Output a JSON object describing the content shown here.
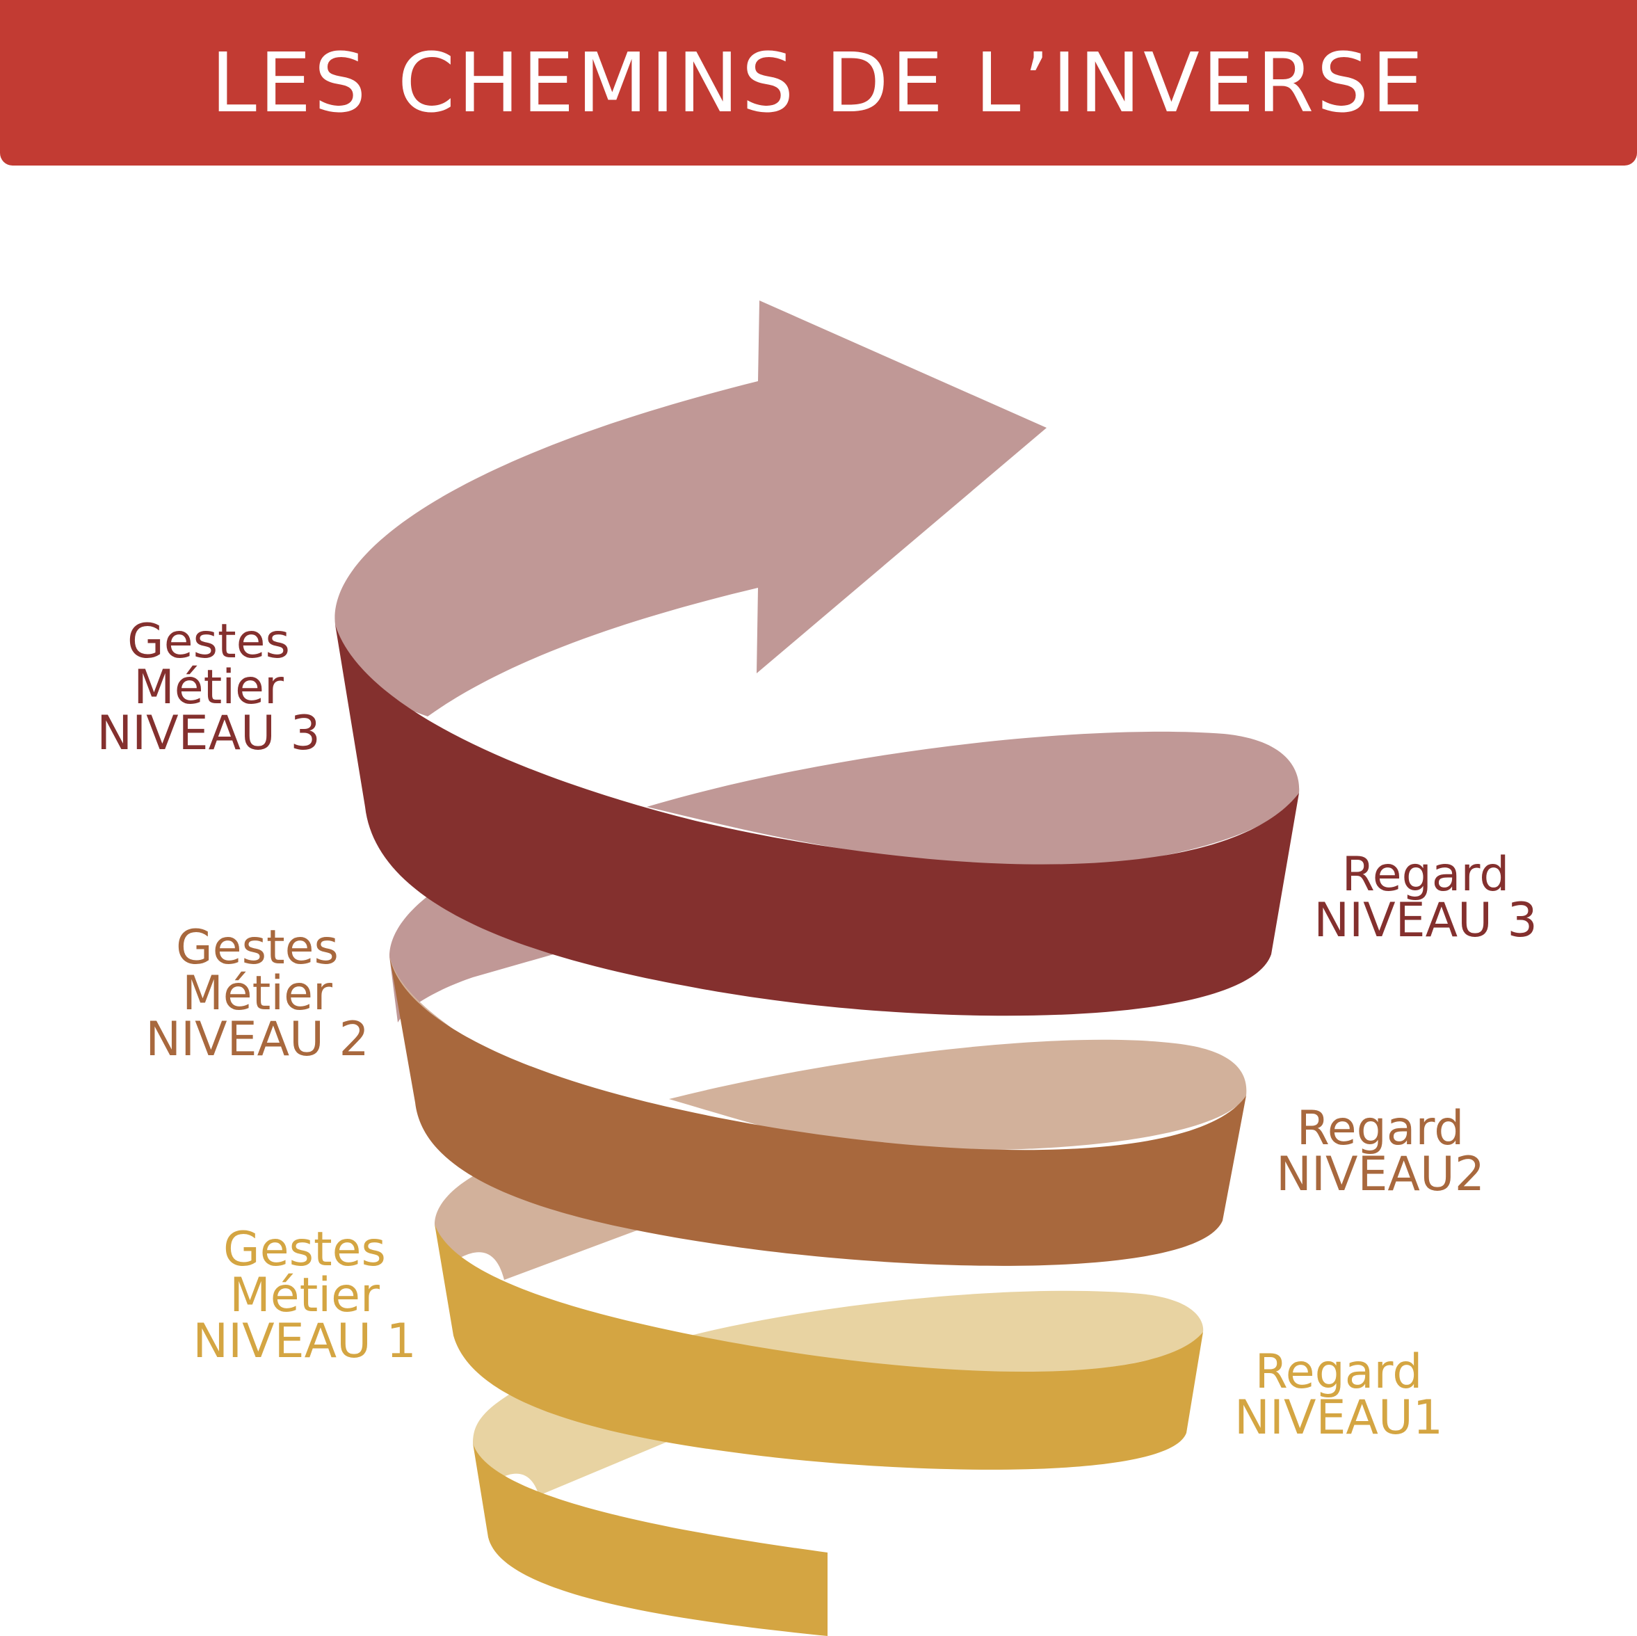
{
  "title": "LES CHEMINS DE L’INVERSE",
  "colors": {
    "title_bar": "#c23b33",
    "level3_dark": "#84302e",
    "level3_light": "#c09896",
    "level2_dark": "#a8683d",
    "level2_light": "#d2b19b",
    "level1_dark": "#d4a542",
    "level1_light": "#e8d3a2",
    "title_text": "#ffffff"
  },
  "levels": [
    {
      "level": 3,
      "gestes": {
        "line1": "Gestes",
        "line2": "Métier",
        "line3": "NIVEAU 3"
      },
      "regard": {
        "line1": "Regard",
        "line2": "NIVEAU 3"
      }
    },
    {
      "level": 2,
      "gestes": {
        "line1": "Gestes",
        "line2": "Métier",
        "line3": "NIVEAU 2"
      },
      "regard": {
        "line1": "Regard",
        "line2": "NIVEAU2"
      }
    },
    {
      "level": 1,
      "gestes": {
        "line1": "Gestes",
        "line2": "Métier",
        "line3": "NIVEAU 1"
      },
      "regard": {
        "line1": "Regard",
        "line2": "NIVEAU1"
      }
    }
  ]
}
